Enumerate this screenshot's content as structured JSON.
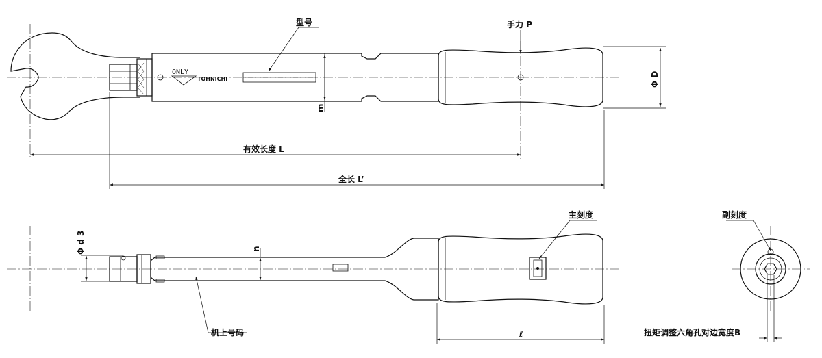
{
  "labels": {
    "model": "型号",
    "hand_force": "手力 P",
    "phi_d_outer": "Φ D",
    "m": "m",
    "effective_length": "有效长度 L",
    "total_length": "全长 L’",
    "phi_d3": "Φ d 3",
    "n": "n",
    "main_scale": "主刻度",
    "sub_scale": "副刻度",
    "serial_number": "机上号码",
    "grip_length": "ℓ",
    "hex_width": "扭矩调整六角孔对边宽度B"
  },
  "logo": {
    "only": "ONLY",
    "brand": "TOHNICHI"
  }
}
